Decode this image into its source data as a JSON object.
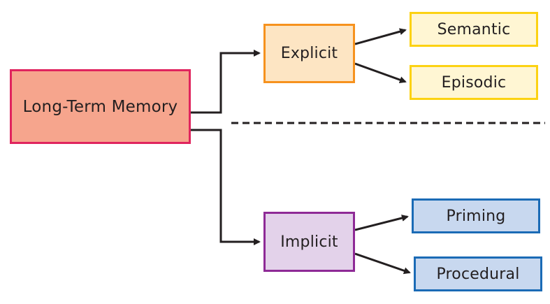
{
  "diagram": {
    "root": "Long-Term Memory",
    "branches": [
      {
        "label": "Explicit",
        "children": [
          "Semantic",
          "Episodic"
        ]
      },
      {
        "label": "Implicit",
        "children": [
          "Priming",
          "Procedural"
        ]
      }
    ]
  },
  "colors": {
    "root_fill": "#f6a58d",
    "root_border": "#e0245e",
    "explicit_fill": "#fde5c3",
    "explicit_border": "#f6921e",
    "explicit_child_fill": "#fff6d3",
    "explicit_child_border": "#fcd212",
    "implicit_fill": "#e3d2ea",
    "implicit_border": "#8e2a96",
    "implicit_child_fill": "#c8d8ef",
    "implicit_child_border": "#1b6bb6",
    "connector": "#231f20"
  }
}
